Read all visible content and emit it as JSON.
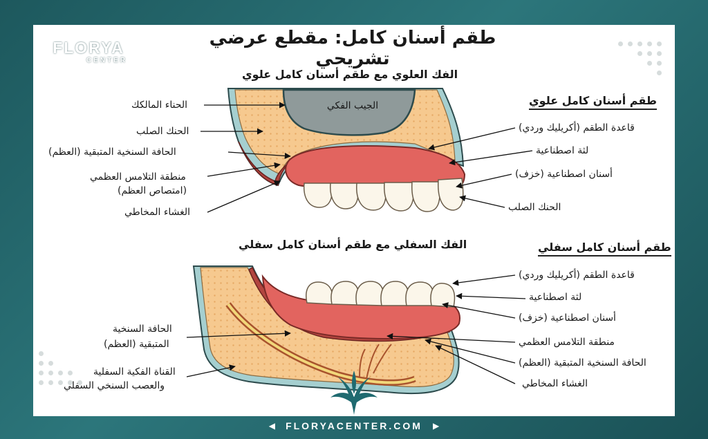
{
  "title": "طقم أسنان كامل: مقطع عرضي تشريحي",
  "brand": {
    "name": "FLORYA",
    "sub": "CENTER",
    "url": "FLORYACENTER.COM"
  },
  "upper": {
    "subtitle": "الفك العلوي مع طقم أسنان كامل علوي",
    "header": "طقم أسنان كامل علوي",
    "sinus": "الجيب الفكي",
    "left_labels": [
      "الحناء المالكك",
      "الحنك الصلب",
      "الحافة السنخية المتبقية (العظم)",
      "منطقة التلامس العظمي",
      "(امتصاص العظم)",
      "الغشاء المخاطي"
    ],
    "right_labels": [
      "قاعدة الطقم (أكريليك وردي)",
      "لثة اصطناعية",
      "أسنان اصطناعية (خزف)",
      "الحنك الصلب"
    ]
  },
  "lower": {
    "subtitle": "الفك السفلي مع طقم أسنان كامل سفلي",
    "header": "طقم أسنان كامل سفلي",
    "left_labels": [
      "الحافة السنخية",
      "المتبقية (العظم)",
      "القناة الفكية السفلية",
      "والعصب السنخي السفلي"
    ],
    "right_labels": [
      "قاعدة الطقم (أكريليك وردي)",
      "لثة اصطناعية",
      "أسنان اصطناعية (خزف)",
      "منطقة التلامس العظمي",
      "الحافة السنخية المتبقية (العظم)",
      "الغشاء المخاطي"
    ]
  },
  "colors": {
    "frame": "#1f5e63",
    "bone": "#f6c98f",
    "gum": "#e2645f",
    "mucosa": "#b2453f",
    "teeth": "#fbf6ea",
    "sinus": "#8f9a9a"
  }
}
